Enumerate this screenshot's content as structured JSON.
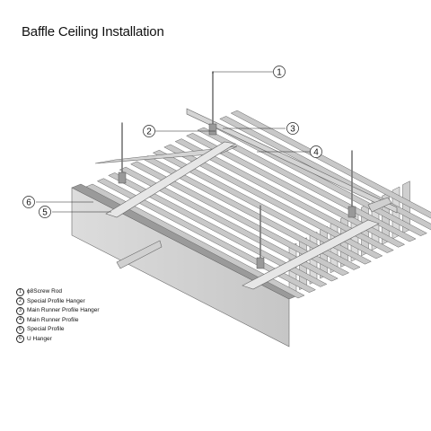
{
  "title": "Baffle Ceiling Installation",
  "callouts": [
    "1",
    "2",
    "3",
    "4",
    "5",
    "6"
  ],
  "legend": [
    {
      "num": "1",
      "label": "ϕ8Screw Rod"
    },
    {
      "num": "2",
      "label": "Special Profile Hanger"
    },
    {
      "num": "3",
      "label": "Main Runner Profile Hanger"
    },
    {
      "num": "4",
      "label": "Main Runner Profile"
    },
    {
      "num": "5",
      "label": "Special Profile"
    },
    {
      "num": "6",
      "label": "U  Hanger"
    }
  ]
}
